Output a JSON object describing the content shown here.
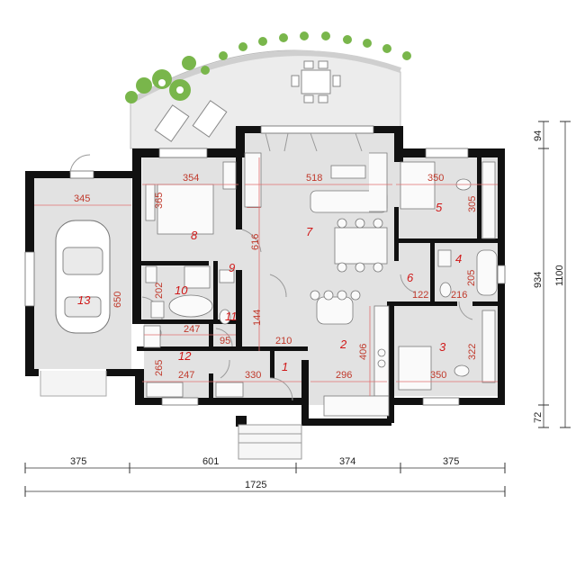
{
  "rooms": {
    "r1": "1",
    "r2": "2",
    "r3": "3",
    "r4": "4",
    "r5": "5",
    "r6": "6",
    "r7": "7",
    "r8": "8",
    "r9": "9",
    "r10": "10",
    "r11": "11",
    "r12": "12",
    "r13": "13"
  },
  "room_dimensions": {
    "garage_width": "345",
    "garage_length": "650",
    "room8_width": "354",
    "room8_depth": "365",
    "room7_width": "518",
    "room7_depth": "616",
    "room5_width": "350",
    "room5_depth": "305",
    "room4_depth": "205",
    "room4_width": "216",
    "room6_width": "122",
    "room3_width": "350",
    "room3_depth": "322",
    "room10_depth": "202",
    "room11_depth": "144",
    "room12_width": "247",
    "room12_depth": "265",
    "room12_width_b": "247",
    "wc_width": "95",
    "hall_width": "210",
    "room1_width": "330",
    "room2_width": "296",
    "room2_depth": "406"
  },
  "overall_dimensions": {
    "bottom_1": "375",
    "bottom_2": "601",
    "bottom_3": "374",
    "bottom_4": "375",
    "total_width": "1725",
    "right_top": "94",
    "right_mid": "934",
    "right_bottom": "72",
    "total_depth": "1100"
  },
  "colors": {
    "wall": "#111111",
    "floor": "#e2e2e2",
    "room_number": "#d01818",
    "dimension_red": "#c0392b",
    "greenery": "#79b64b",
    "chimney": "#f5c400"
  }
}
